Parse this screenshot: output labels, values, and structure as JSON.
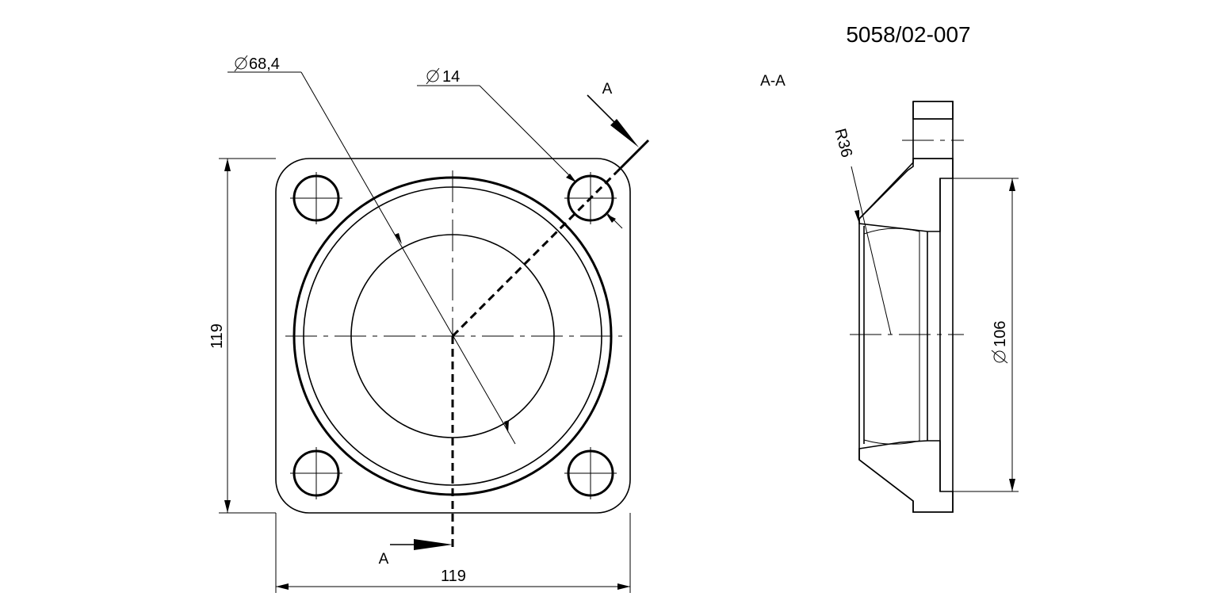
{
  "drawing_number": "5058/02-007",
  "section_view_label": "A-A",
  "section_marker": "A",
  "dimensions": {
    "outer_circle_diameter": "68,4",
    "hole_diameter": "14",
    "width": "119",
    "height": "119",
    "section_diameter": "106",
    "fillet_radius": "R36"
  },
  "symbols": {
    "diameter": "diameter-symbol"
  }
}
